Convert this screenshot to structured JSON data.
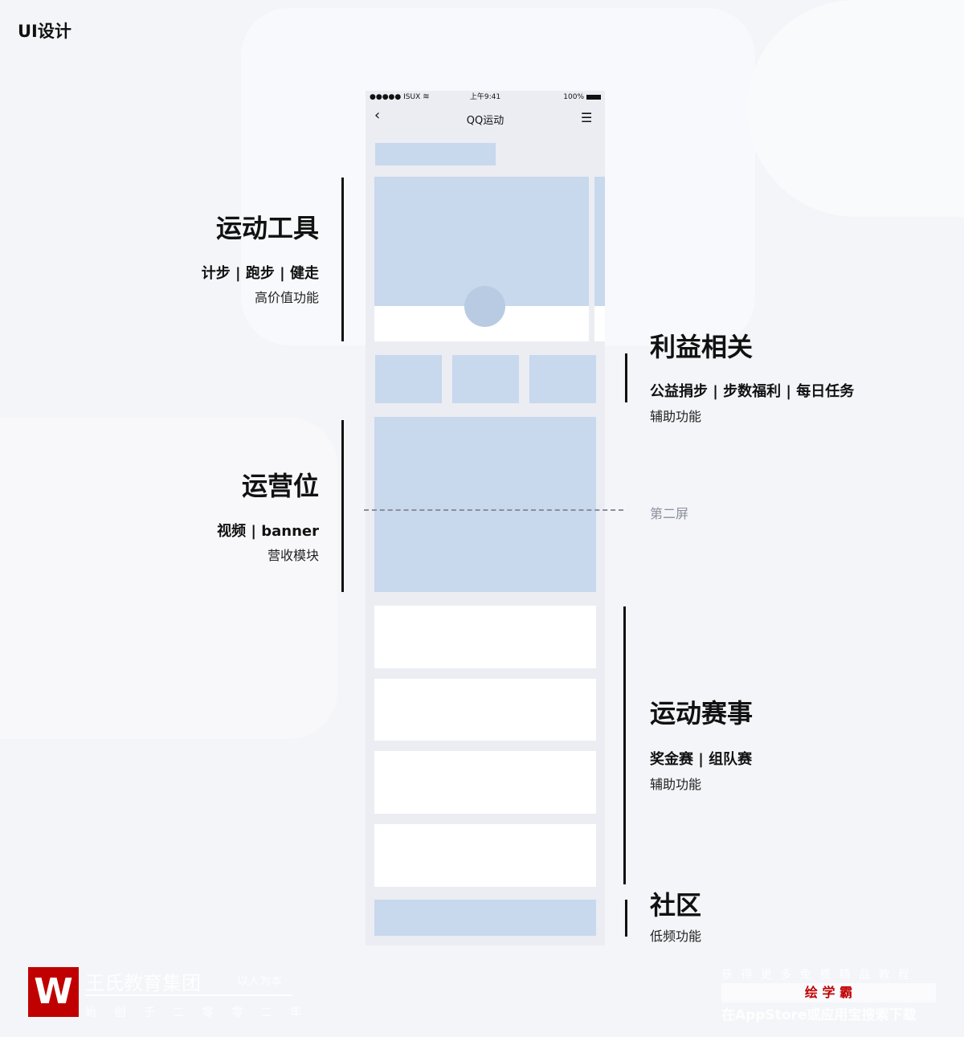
{
  "page_title": "UI设计",
  "phone": {
    "status": {
      "carrier": "●●●●● ISUX",
      "wifi": "wifi-icon",
      "time": "上午9:41",
      "battery": "100%"
    },
    "nav": {
      "title": "QQ运动"
    }
  },
  "sections": {
    "tools": {
      "title": "运动工具",
      "items": "计步 | 跑步 | 健走",
      "note": "高价值功能"
    },
    "ops": {
      "title": "运营位",
      "items": "视频 | banner",
      "note": "营收模块"
    },
    "benefits": {
      "title": "利益相关",
      "items": "公益捐步 | 步数福利 | 每日任务",
      "note": "辅助功能"
    },
    "second_screen": "第二屏",
    "events": {
      "title": "运动赛事",
      "items": "奖金赛 | 组队赛",
      "note": "辅助功能"
    },
    "community": {
      "title": "社区",
      "note": "低频功能"
    }
  },
  "watermark": {
    "left": {
      "name": "王氏教育集团",
      "slogan": "以人为本",
      "since": "始 创 于 二 零 零 二 年"
    },
    "right": {
      "top": "获 得 更 多 免 费 精 品 教 程",
      "brand": "绘 学 霸",
      "bottom": "在AppStore或应用宝搜索下载"
    }
  },
  "colors": {
    "placeholder": "#c8d8ed",
    "phone_bg": "#ebedf3",
    "brand_red": "#c00000"
  }
}
